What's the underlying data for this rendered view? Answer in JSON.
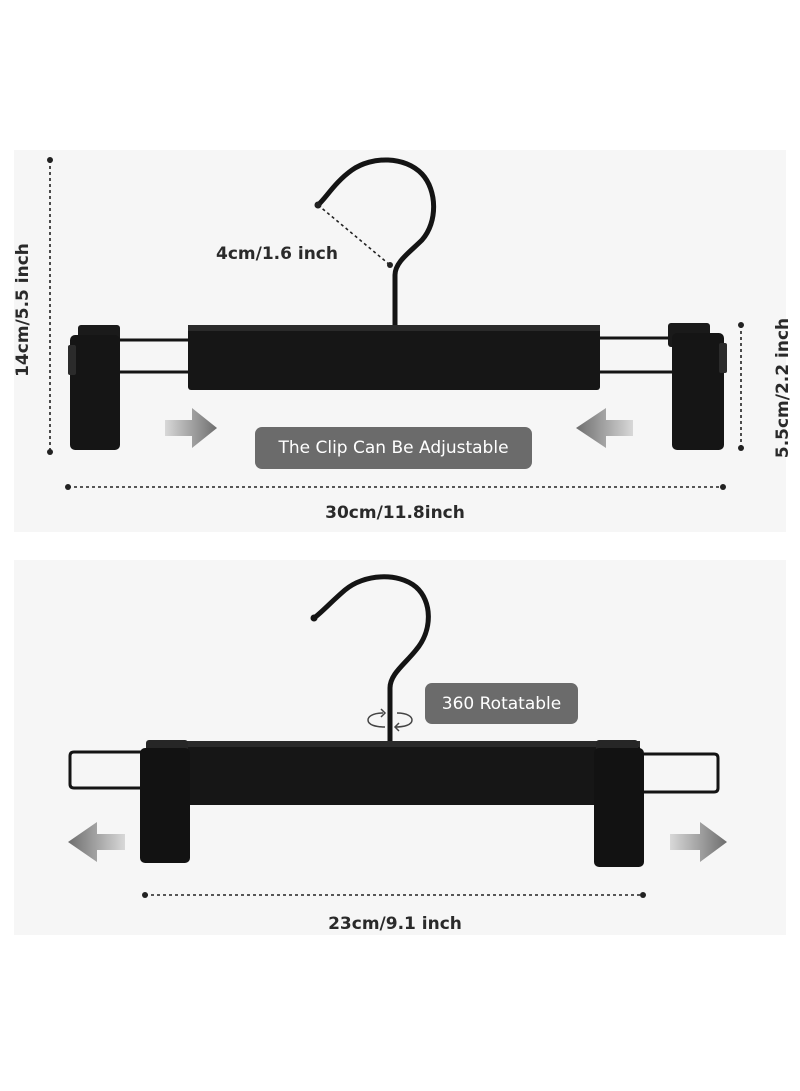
{
  "dimensions": {
    "hook_width": "4cm/1.6 inch",
    "total_height": "14cm/5.5 inch",
    "clip_height": "5.5cm/2.2 inch",
    "extended_width": "30cm/11.8inch",
    "retracted_width": "23cm/9.1 inch"
  },
  "badges": {
    "clip_adjustable": "The Clip Can Be Adjustable",
    "rotatable": "360 Rotatable"
  },
  "colors": {
    "hanger": "#141414",
    "badge": "#6b6b6b",
    "dim_line": "#222222"
  }
}
